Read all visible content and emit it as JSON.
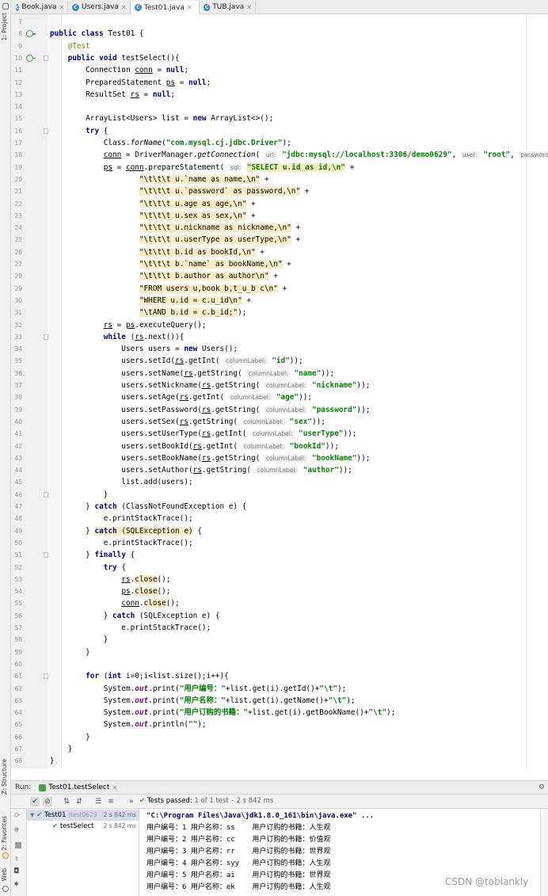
{
  "left_stripe": {
    "project_label": "1: Project",
    "structure_label": "Z: Structure",
    "favorites_label": "2: Favorites",
    "web_label": "Web"
  },
  "tabs": [
    {
      "label": "Book.java",
      "active": false
    },
    {
      "label": "Users.java",
      "active": false
    },
    {
      "label": "Test01.java",
      "active": true
    },
    {
      "label": "TUB.java",
      "active": false
    }
  ],
  "editor": {
    "line_numbers": [
      "7",
      "8",
      "9",
      "10",
      "11",
      "12",
      "13",
      "14",
      "15",
      "16",
      "17",
      "18",
      "19",
      "20",
      "21",
      "22",
      "23",
      "24",
      "25",
      "26",
      "27",
      "28",
      "29",
      "30",
      "31",
      "32",
      "33",
      "34",
      "35",
      "36",
      "37",
      "38",
      "39",
      "40",
      "41",
      "42",
      "43",
      "44",
      "45",
      "46",
      "47",
      "48",
      "49",
      "50",
      "51",
      "52",
      "53",
      "54",
      "55",
      "56",
      "57",
      "58",
      "59",
      "60",
      "61",
      "62",
      "63",
      "64",
      "65",
      "66",
      "67",
      "68"
    ]
  },
  "run_panel": {
    "run_label": "Run:",
    "config_tab": "Test01.testSelect",
    "status": "Tests passed:",
    "status_detail": "1 of 1 test – 2 s 842 ms",
    "tree": [
      {
        "label": "Test01",
        "extra": "(test0629",
        "time": "2 s 842 ms"
      },
      {
        "label": "testSelect",
        "extra": "",
        "time": "2 s 842 ms"
      }
    ],
    "console": [
      "\"C:\\Program Files\\Java\\jdk1.8.0_161\\bin\\java.exe\" ...",
      "用户编号：1 用户名称：ss    用户订购的书籍：人生观",
      "用户编号：2 用户名称：cc    用户订购的书籍：价值观",
      "用户编号：3 用户名称：rr    用户订购的书籍：世界观",
      "用户编号：4 用户名称：syy   用户订购的书籍：人生观",
      "用户编号：5 用户名称：ai    用户订购的书籍：世界观",
      "用户编号：6 用户名称：ek    用户订购的书籍：人生观"
    ]
  },
  "watermark": "CSDN @toblankly"
}
